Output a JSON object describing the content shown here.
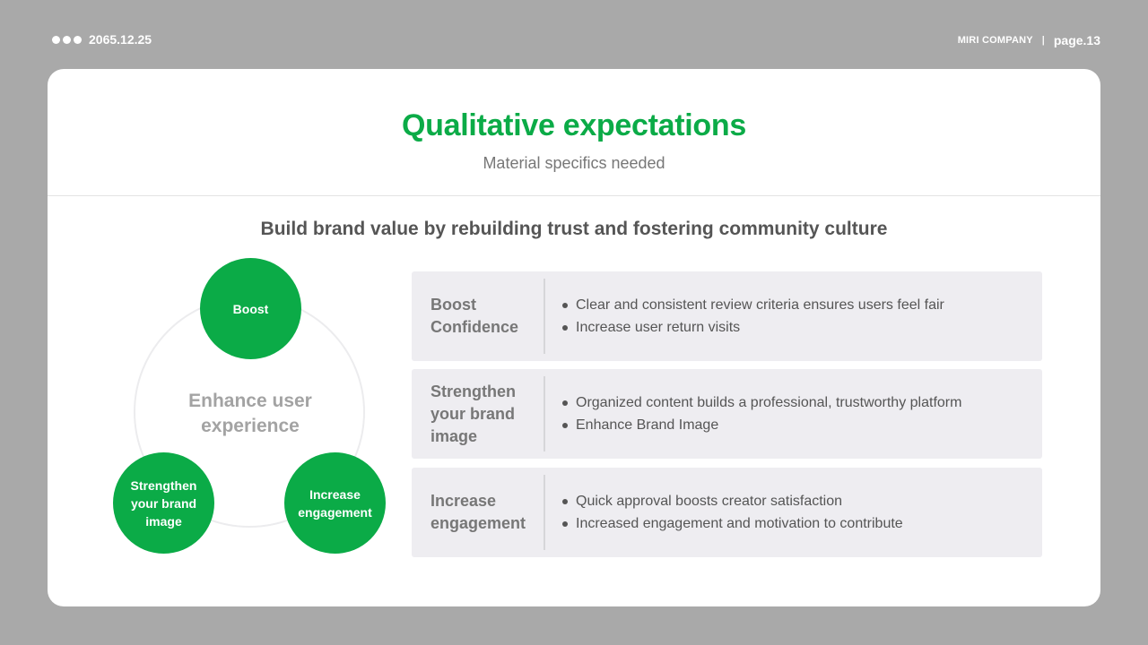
{
  "header": {
    "date": "2065.12.25",
    "company": "MIRI COMPANY",
    "separator": "|",
    "page": "page.13"
  },
  "slide": {
    "title": "Qualitative expectations",
    "subtitle": "Material specifics needed",
    "heading": "Build brand value by rebuilding trust and fostering community culture"
  },
  "diagram": {
    "center": "Enhance user experience",
    "nodes": [
      "Boost",
      "Strengthen your brand image",
      "Increase engagement"
    ]
  },
  "rows": [
    {
      "title": "Boost Confidence",
      "bullets": [
        "Clear and consistent review criteria ensures users feel fair",
        "Increase user return visits"
      ]
    },
    {
      "title": "Strengthen your brand image",
      "bullets": [
        "Organized content builds a professional, trustworthy platform",
        "Enhance Brand Image"
      ]
    },
    {
      "title": "Increase engagement",
      "bullets": [
        "Quick approval boosts creator satisfaction",
        "Increased engagement and motivation to contribute"
      ]
    }
  ],
  "colors": {
    "accent": "#0bab47",
    "background": "#a9a9a9",
    "row_bg": "#eeedf1"
  }
}
